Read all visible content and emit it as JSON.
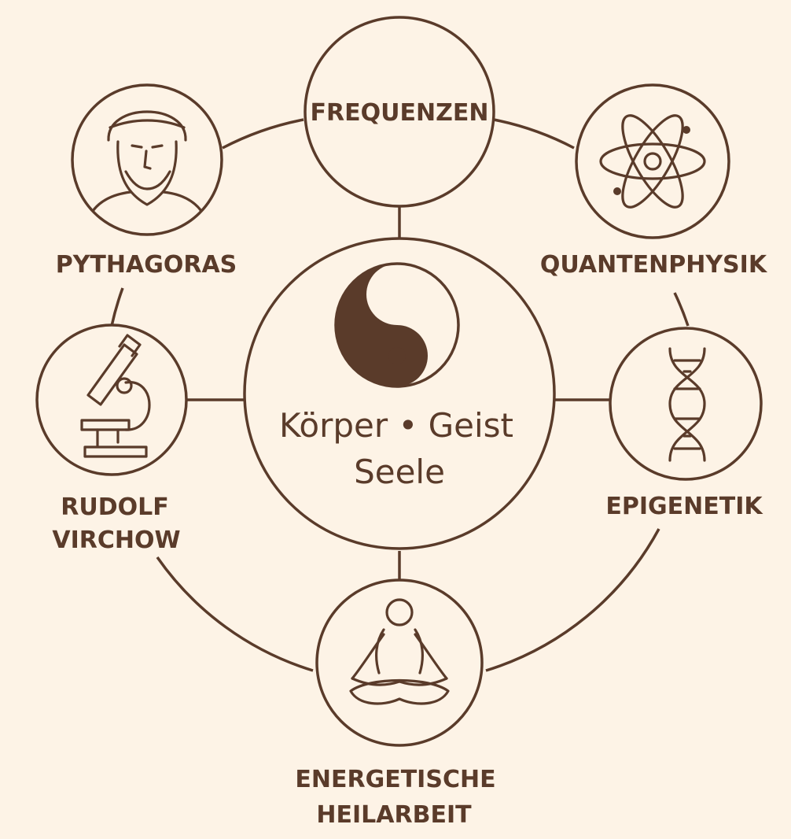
{
  "center": {
    "line1": "Körper • Geist",
    "line2": "Seele",
    "icon": "yin-yang-icon"
  },
  "nodes": {
    "frequenzen": {
      "label": "FREQUENZEN"
    },
    "pythagoras": {
      "label": "PYTHAGORAS",
      "icon": "bearded-man-portrait-icon"
    },
    "quantenphysik": {
      "label": "QUANTENPHYSIK",
      "icon": "atom-icon"
    },
    "virchow": {
      "label_line1": "RUDOLF",
      "label_line2": "VIRCHOW",
      "icon": "microscope-icon"
    },
    "epigenetik": {
      "label": "EPIGENETIK",
      "icon": "dna-icon"
    },
    "heilarbeit": {
      "label_line1": "ENERGETISCHE",
      "label_line2": "HEILARBEIT",
      "icon": "meditating-person-icon"
    }
  },
  "colors": {
    "ink": "#5a3b2a",
    "background": "#fdf3e6"
  }
}
